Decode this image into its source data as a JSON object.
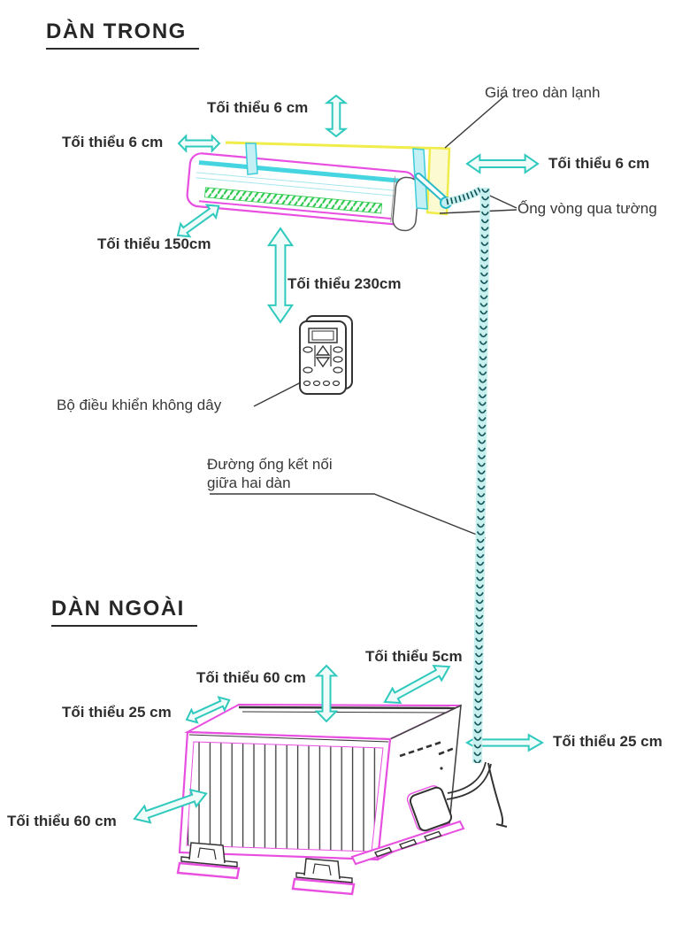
{
  "document": {
    "type": "air-conditioner installation clearance diagram",
    "language": "Vietnamese"
  },
  "colors": {
    "text": "#2e2e2e",
    "arrow_stroke": "#2fc9bd",
    "arrow_fill": "#f0fcfa",
    "unit_magenta": "#e84fe0",
    "unit_cyan": "#3cccd8",
    "bracket_yellow": "#f0ec49",
    "vent_green": "#2ec94e",
    "coil_background": "#c7f0ee",
    "coil_dark": "#0e4f54",
    "line_dark": "#3a3a3a",
    "page_background": "#ffffff"
  },
  "indoor": {
    "title": "DÀN TRONG",
    "labels": {
      "min_top": "Tối thiểu 6 cm",
      "min_left": "Tối thiểu 6 cm",
      "min_right": "Tối thiểu 6 cm",
      "bracket": "Giá treo dàn lạnh",
      "wall_pipe": "Ống vòng qua tường",
      "min_floor": "Tối thiểu 150cm",
      "min_height": "Tối thiểu 230cm",
      "remote": "Bộ điều khiển không dây",
      "pipe_line1": "Đường ống kết nối",
      "pipe_line2": "giữa hai dàn"
    }
  },
  "outdoor": {
    "title": "DÀN NGOÀI",
    "labels": {
      "min_back": "Tối thiểu 5cm",
      "min_top": "Tối thiểu 60 cm",
      "min_left": "Tối thiểu 25 cm",
      "min_right": "Tối thiểu 25 cm",
      "min_front": "Tối thiểu 60 cm"
    }
  }
}
